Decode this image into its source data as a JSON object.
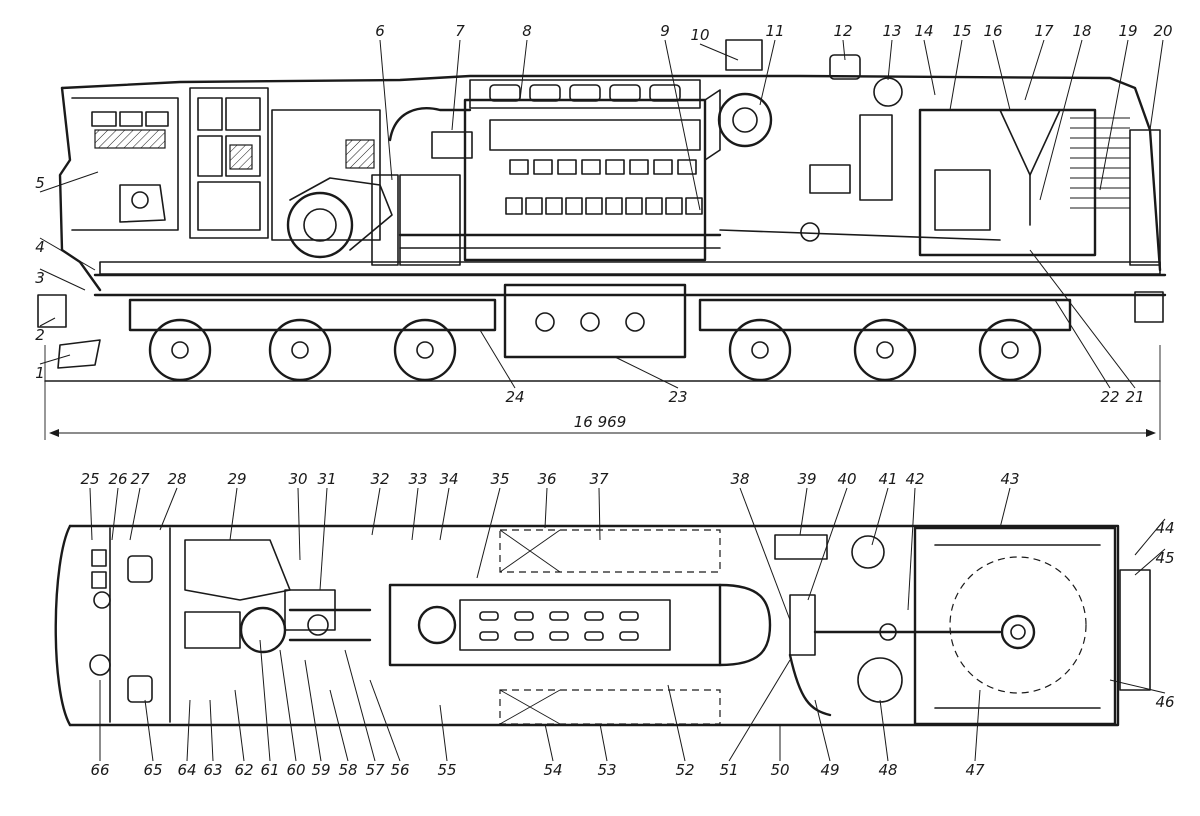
{
  "dimension": {
    "overall_length": "16 969"
  },
  "side_view_callouts": [
    "1",
    "2",
    "3",
    "4",
    "5",
    "6",
    "7",
    "8",
    "9",
    "10",
    "11",
    "12",
    "13",
    "14",
    "15",
    "16",
    "17",
    "18",
    "19",
    "20",
    "21",
    "22",
    "23",
    "24"
  ],
  "plan_view_callouts": [
    "25",
    "26",
    "27",
    "28",
    "29",
    "30",
    "31",
    "32",
    "33",
    "34",
    "35",
    "36",
    "37",
    "38",
    "39",
    "40",
    "41",
    "42",
    "43",
    "44",
    "45",
    "46",
    "47",
    "48",
    "49",
    "50",
    "51",
    "52",
    "53",
    "54",
    "55",
    "56",
    "57",
    "58",
    "59",
    "60",
    "61",
    "62",
    "63",
    "64",
    "65",
    "66"
  ]
}
